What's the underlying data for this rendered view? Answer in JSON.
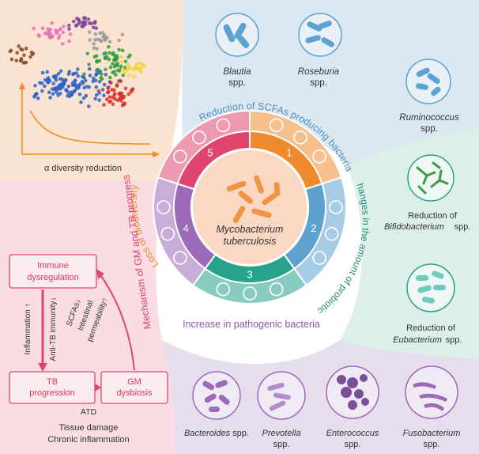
{
  "colors": {
    "biodiversity_bg": "#fbe3d1",
    "scfa_bg": "#dbe8f1",
    "probiotics_bg": "#dcefe9",
    "pathogen_bg": "#e6dded",
    "mechanism_bg": "#f9dde3",
    "seg1": "#ef8a2d",
    "seg2": "#5ea2cf",
    "seg3": "#27a38c",
    "seg4": "#9b6ab8",
    "seg5": "#e0456d",
    "center": "#fbd8c4",
    "mechanism_accent": "#e0456d"
  },
  "center": {
    "organism_line1": "Mycobacterium",
    "organism_line2": "tuberculosis"
  },
  "segments": [
    {
      "number": "1",
      "color": "#ef8a2d"
    },
    {
      "number": "2",
      "color": "#5ea2cf"
    },
    {
      "number": "3",
      "color": "#27a38c"
    },
    {
      "number": "4",
      "color": "#9b6ab8"
    },
    {
      "number": "5",
      "color": "#e0456d"
    }
  ],
  "labels": {
    "loss_of_biodiversity": "Loss of biodiversity",
    "scfa_reduction": "Reduction of SCFAs producing bacteria",
    "probiotics_change": "Changes in the amount of probiotics",
    "pathogen_increase": "Increase in pathogenic bacteria",
    "mechanism": "Mechanism of GM and TB progress"
  },
  "biodiversity": {
    "axis_label": "α diversity reduction"
  },
  "scfa_bacteria": [
    {
      "genus": "Blautia",
      "suffix": "spp."
    },
    {
      "genus": "Roseburia",
      "suffix": "spp."
    },
    {
      "genus": "Ruminococcus",
      "suffix": "spp."
    }
  ],
  "probiotics": [
    {
      "prefix": "Reduction of",
      "genus": "Bifidobacterium",
      "suffix": "spp."
    },
    {
      "prefix": "Reduction of",
      "genus": "Eubacterium",
      "suffix": "spp."
    }
  ],
  "pathogens": [
    {
      "genus": "Bacteroides",
      "suffix": "spp."
    },
    {
      "genus": "Prevotella",
      "suffix": "spp."
    },
    {
      "genus": "Enterococcus",
      "suffix": "spp."
    },
    {
      "genus": "Fusobacterium",
      "suffix": "spp."
    }
  ],
  "mechanism": {
    "immune_line1": "Immune",
    "immune_line2": "dysregulation",
    "tb_line1": "TB",
    "tb_line2": "progression",
    "gm_line1": "GM",
    "gm_line2": "dysbiosis",
    "inflammation": "Inflammation ↑",
    "anti_tb": "Anti-TB immunity↓",
    "scfas": "SCFAs↓",
    "intestinal": "Intestinal",
    "permeability": "permeability↑",
    "atd": "ATD",
    "tissue_damage": "Tissue damage",
    "chronic_inflammation": "Chronic inflammation"
  }
}
